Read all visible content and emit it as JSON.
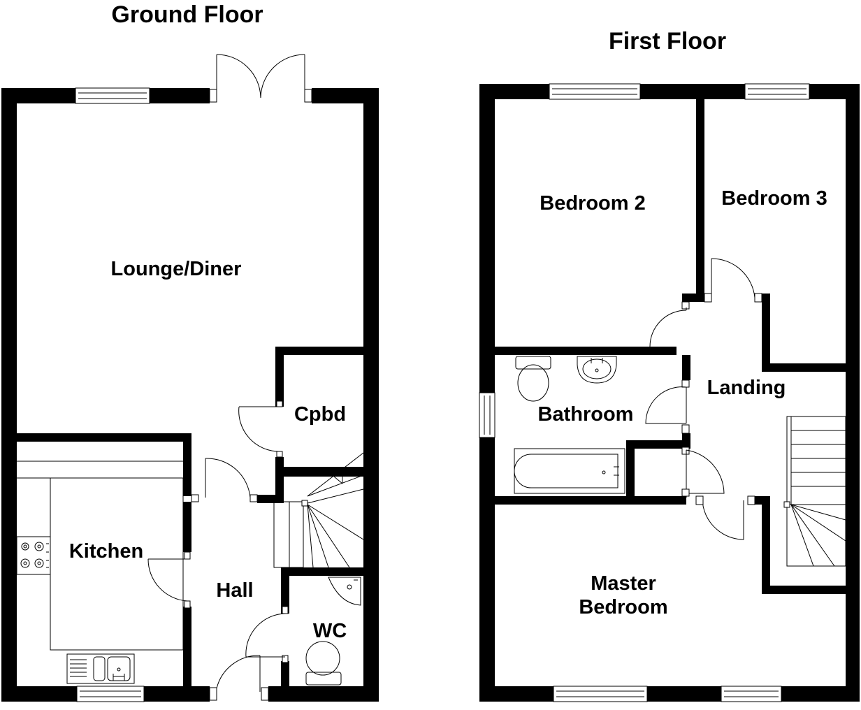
{
  "floors": {
    "ground": {
      "title": "Ground Floor",
      "rooms": {
        "lounge_diner": "Lounge/Diner",
        "cpbd": "Cpbd",
        "kitchen": "Kitchen",
        "hall": "Hall",
        "wc": "WC"
      }
    },
    "first": {
      "title": "First Floor",
      "rooms": {
        "bedroom2": "Bedroom 2",
        "bedroom3": "Bedroom 3",
        "bathroom": "Bathroom",
        "landing": "Landing",
        "master_line1": "Master",
        "master_line2": "Bedroom"
      }
    }
  },
  "colors": {
    "wall": "#000000",
    "background": "#ffffff"
  }
}
